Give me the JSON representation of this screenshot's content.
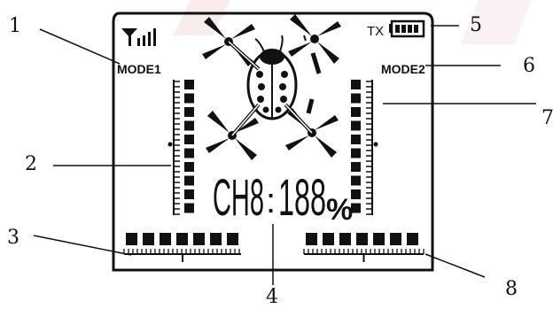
{
  "callouts": [
    "1",
    "2",
    "3",
    "4",
    "5",
    "6",
    "7",
    "8"
  ],
  "display": {
    "mode_left": "MODE1",
    "mode_right": "MODE2",
    "tx_label": "TX",
    "channel_label": "CH8",
    "separator": ":",
    "value": "188",
    "unit": "%"
  },
  "icons": [
    "signal-icon",
    "battery-icon",
    "ladybug-icon",
    "propeller-icon"
  ],
  "colors": {
    "ink": "#111111",
    "background": "#ffffff",
    "watermark": "#f3d9d9"
  }
}
